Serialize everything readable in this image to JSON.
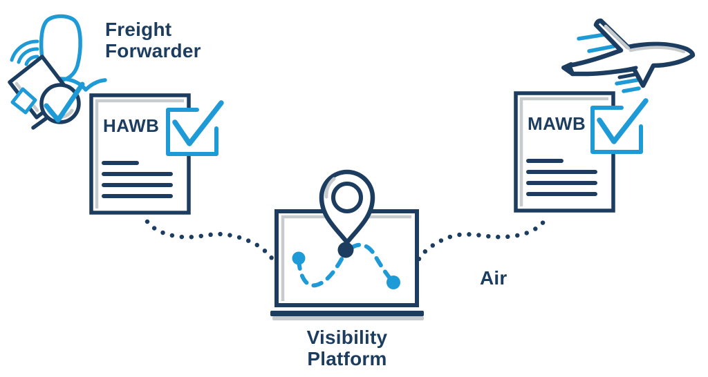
{
  "colors": {
    "navy": "#1C3D5F",
    "blue": "#1E9AD6",
    "shadow_gray": "#C8CBCD",
    "background": "#FFFFFF"
  },
  "nodes": {
    "freight_forwarder": {
      "label": "Freight Forwarder",
      "icon": "person-with-clipboard-check-icon"
    },
    "hawb_document": {
      "title": "HAWB",
      "icon": "document-with-checkbox-icon"
    },
    "visibility_platform": {
      "label": "Visibility Platform",
      "icon": "laptop-map-pin-route-icon"
    },
    "mawb_document": {
      "title": "MAWB",
      "icon": "document-with-checkbox-icon"
    },
    "air_leg": {
      "label": "Air",
      "icon": "airplane-icon"
    }
  },
  "links": [
    {
      "from": "hawb_document",
      "to": "visibility_platform",
      "style": "dotted"
    },
    {
      "from": "visibility_platform",
      "to": "mawb_document",
      "style": "dotted"
    }
  ]
}
